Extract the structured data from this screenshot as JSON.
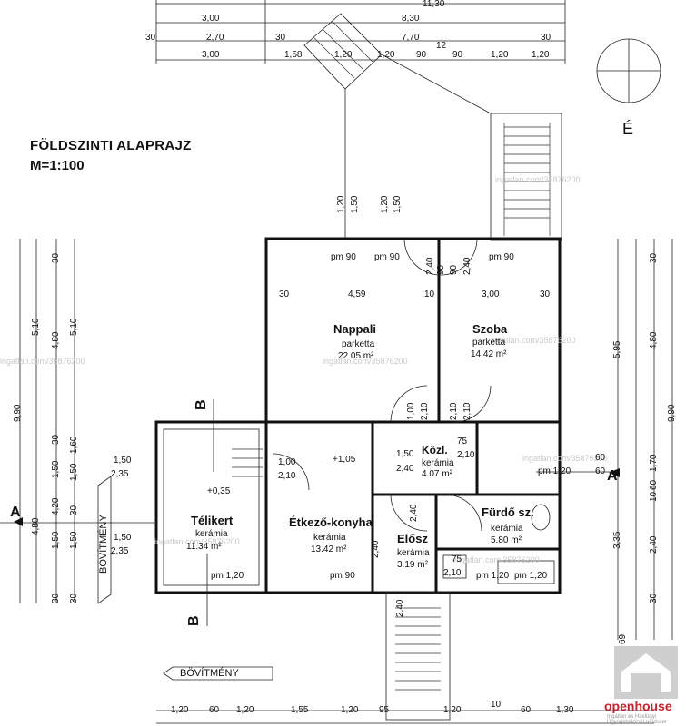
{
  "title": "FÖLDSZINTI ALAPRAJZ",
  "scale": "M=1:100",
  "north_label": "É",
  "watermark": "ingatlan.com/35876200",
  "section_labels": {
    "a": "A",
    "b": "B"
  },
  "extension_label": "BÖVÍTMÉNY",
  "rooms": [
    {
      "id": "nappali",
      "name": "Nappali",
      "floor": "parketta",
      "area": "22.05 m²"
    },
    {
      "id": "szoba",
      "name": "Szoba",
      "floor": "parketta",
      "area": "14.42 m²"
    },
    {
      "id": "kozl",
      "name": "Közl.",
      "floor": "kerámia",
      "area": "4.07 m²"
    },
    {
      "id": "telikert",
      "name": "Télikert",
      "floor": "kerámia",
      "area": "11.34 m²"
    },
    {
      "id": "etkezo",
      "name": "Étkező-konyha",
      "floor": "kerámia",
      "area": "13.42 m²"
    },
    {
      "id": "eloszoba",
      "name": "Elősz",
      "floor": "kerámia",
      "area": "3.19 m²"
    },
    {
      "id": "furdo",
      "name": "Fürdő sz.",
      "floor": "kerámia",
      "area": "5.80 m²"
    }
  ],
  "level_marks": [
    "+1,05",
    "+0,35"
  ],
  "top_dims": {
    "row0": [
      "11,30"
    ],
    "row1": [
      "3,00",
      "8,30"
    ],
    "row2": [
      "30",
      "2,70",
      "30",
      "7,70",
      "30"
    ],
    "row3": [
      "3,00",
      "1,58",
      "1,20",
      "1,20",
      "90",
      "90",
      "1,20",
      "1,20"
    ],
    "small": [
      "12"
    ]
  },
  "bottom_dims": {
    "row1": [
      "1,20",
      "60",
      "1,20",
      "1,55",
      "1,20",
      "95",
      "1,20",
      "60",
      "1,30"
    ],
    "small": [
      "10"
    ]
  },
  "window_labels": [
    "pm 90",
    "pm 90",
    "pm 90",
    "pm 1,20",
    "pm 90",
    "pm 1,20",
    "pm 1,20",
    "pm 1,20"
  ],
  "inner_dims": [
    "30",
    "4,59",
    "10",
    "3,00",
    "30",
    "1,50",
    "2,35",
    "1,50",
    "2,35",
    "1,00",
    "2,10",
    "1,50",
    "2,40",
    "75",
    "2,10",
    "2,10",
    "2,10",
    "75",
    "2,10",
    "2,40",
    "2,40",
    "1,20",
    "1,50",
    "1,20",
    "1,50",
    "60",
    "60",
    "1,00",
    "2,10",
    "90",
    "90",
    "2,40",
    "2,40"
  ],
  "left_dims": [
    "30",
    "5,10",
    "4,80",
    "9,90",
    "30",
    "1,60",
    "1,50",
    "4,20",
    "30",
    "4,80",
    "1,50",
    "30"
  ],
  "right_dims": [
    "30",
    "5,95",
    "4,80",
    "9,90",
    "1,70",
    "60",
    "10",
    "3,35",
    "2,40",
    "30",
    "69"
  ],
  "logo": {
    "brand": "openhouse",
    "tagline": "Ingatlan és Hitelügyi Ügynökhálózati rendszer"
  }
}
